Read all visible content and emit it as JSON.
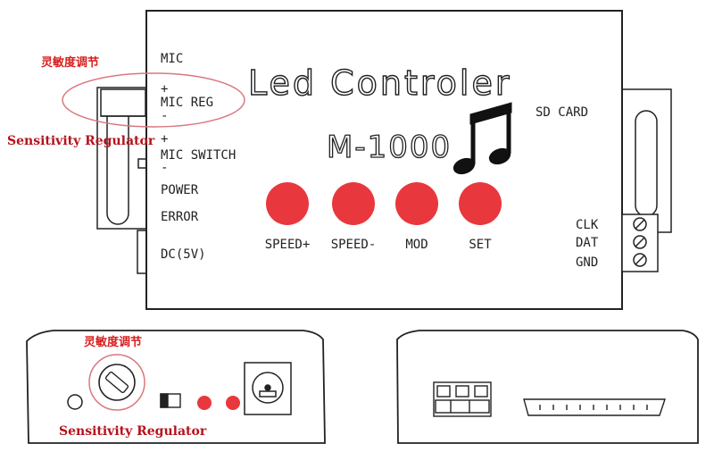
{
  "main_panel": {
    "title": "Led Controler",
    "model": "M-1000",
    "sd_card": "SD CARD",
    "left_labels": {
      "mic": "MIC",
      "mic_reg_plus": "+",
      "mic_reg": "MIC REG",
      "mic_reg_minus": "-",
      "mic_switch_plus": "+",
      "mic_switch": "MIC SWITCH",
      "mic_switch_minus": "-",
      "power": "POWER",
      "error": "ERROR",
      "dc": "DC(5V)"
    },
    "buttons": [
      {
        "label": "SPEED+"
      },
      {
        "label": "SPEED-"
      },
      {
        "label": "MOD"
      },
      {
        "label": "SET"
      }
    ],
    "terminals": [
      "CLK",
      "DAT",
      "GND"
    ],
    "annotation_cn": "灵敏度调节",
    "annotation_en": "Sensitivity Regulator"
  },
  "side_view": {
    "annotation_cn": "灵敏度调节",
    "annotation_en": "Sensitivity Regulator"
  },
  "colors": {
    "button_red": "#e8383d",
    "annotation_red": "#d81e1e",
    "line": "#222222"
  },
  "icons": [
    "music-note-icon",
    "screw-terminal-icon",
    "dc-jack-icon",
    "potentiometer-icon"
  ]
}
